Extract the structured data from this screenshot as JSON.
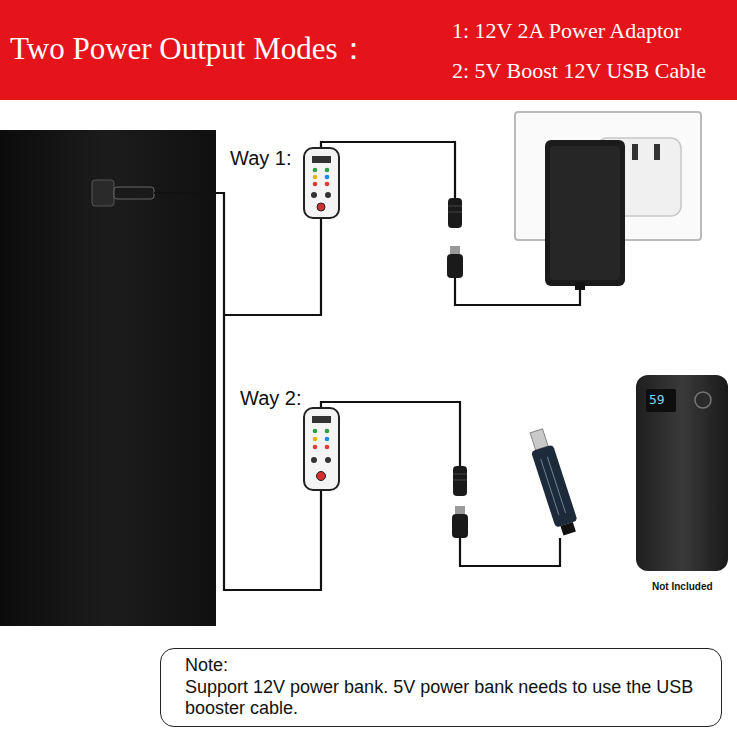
{
  "diagram": {
    "title": "Two Power Output Modes：",
    "nodes": [
      {
        "text": [
          "Note:",
          "Support 12V power bank. 5V power bank needs to use the USB booster cable."
        ]
      }
    ],
    "labels": [
      "1: 12V 2A Power Adaptor",
      "2: 5V Boost 12V USB Cable",
      "Way 1:",
      "Way 2:",
      "59",
      "Not Included"
    ]
  }
}
